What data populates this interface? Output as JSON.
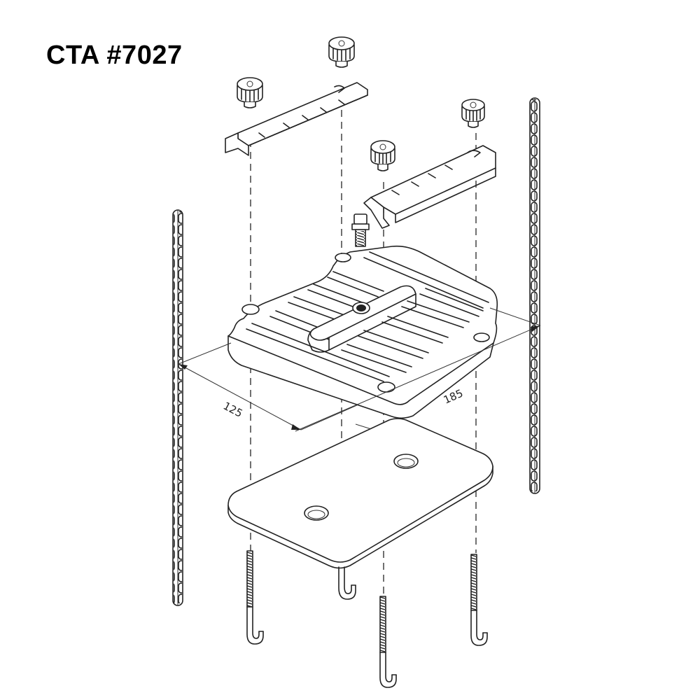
{
  "title": "CTA #7027",
  "dimensions": {
    "width_label": "125",
    "length_label": "185"
  },
  "icons": {
    "knob": "knob-icon",
    "chain": "chain-icon",
    "j_bolt": "j-bolt-icon",
    "valve": "valve-stem-icon"
  },
  "colors": {
    "line": "#222222",
    "background": "#ffffff"
  }
}
